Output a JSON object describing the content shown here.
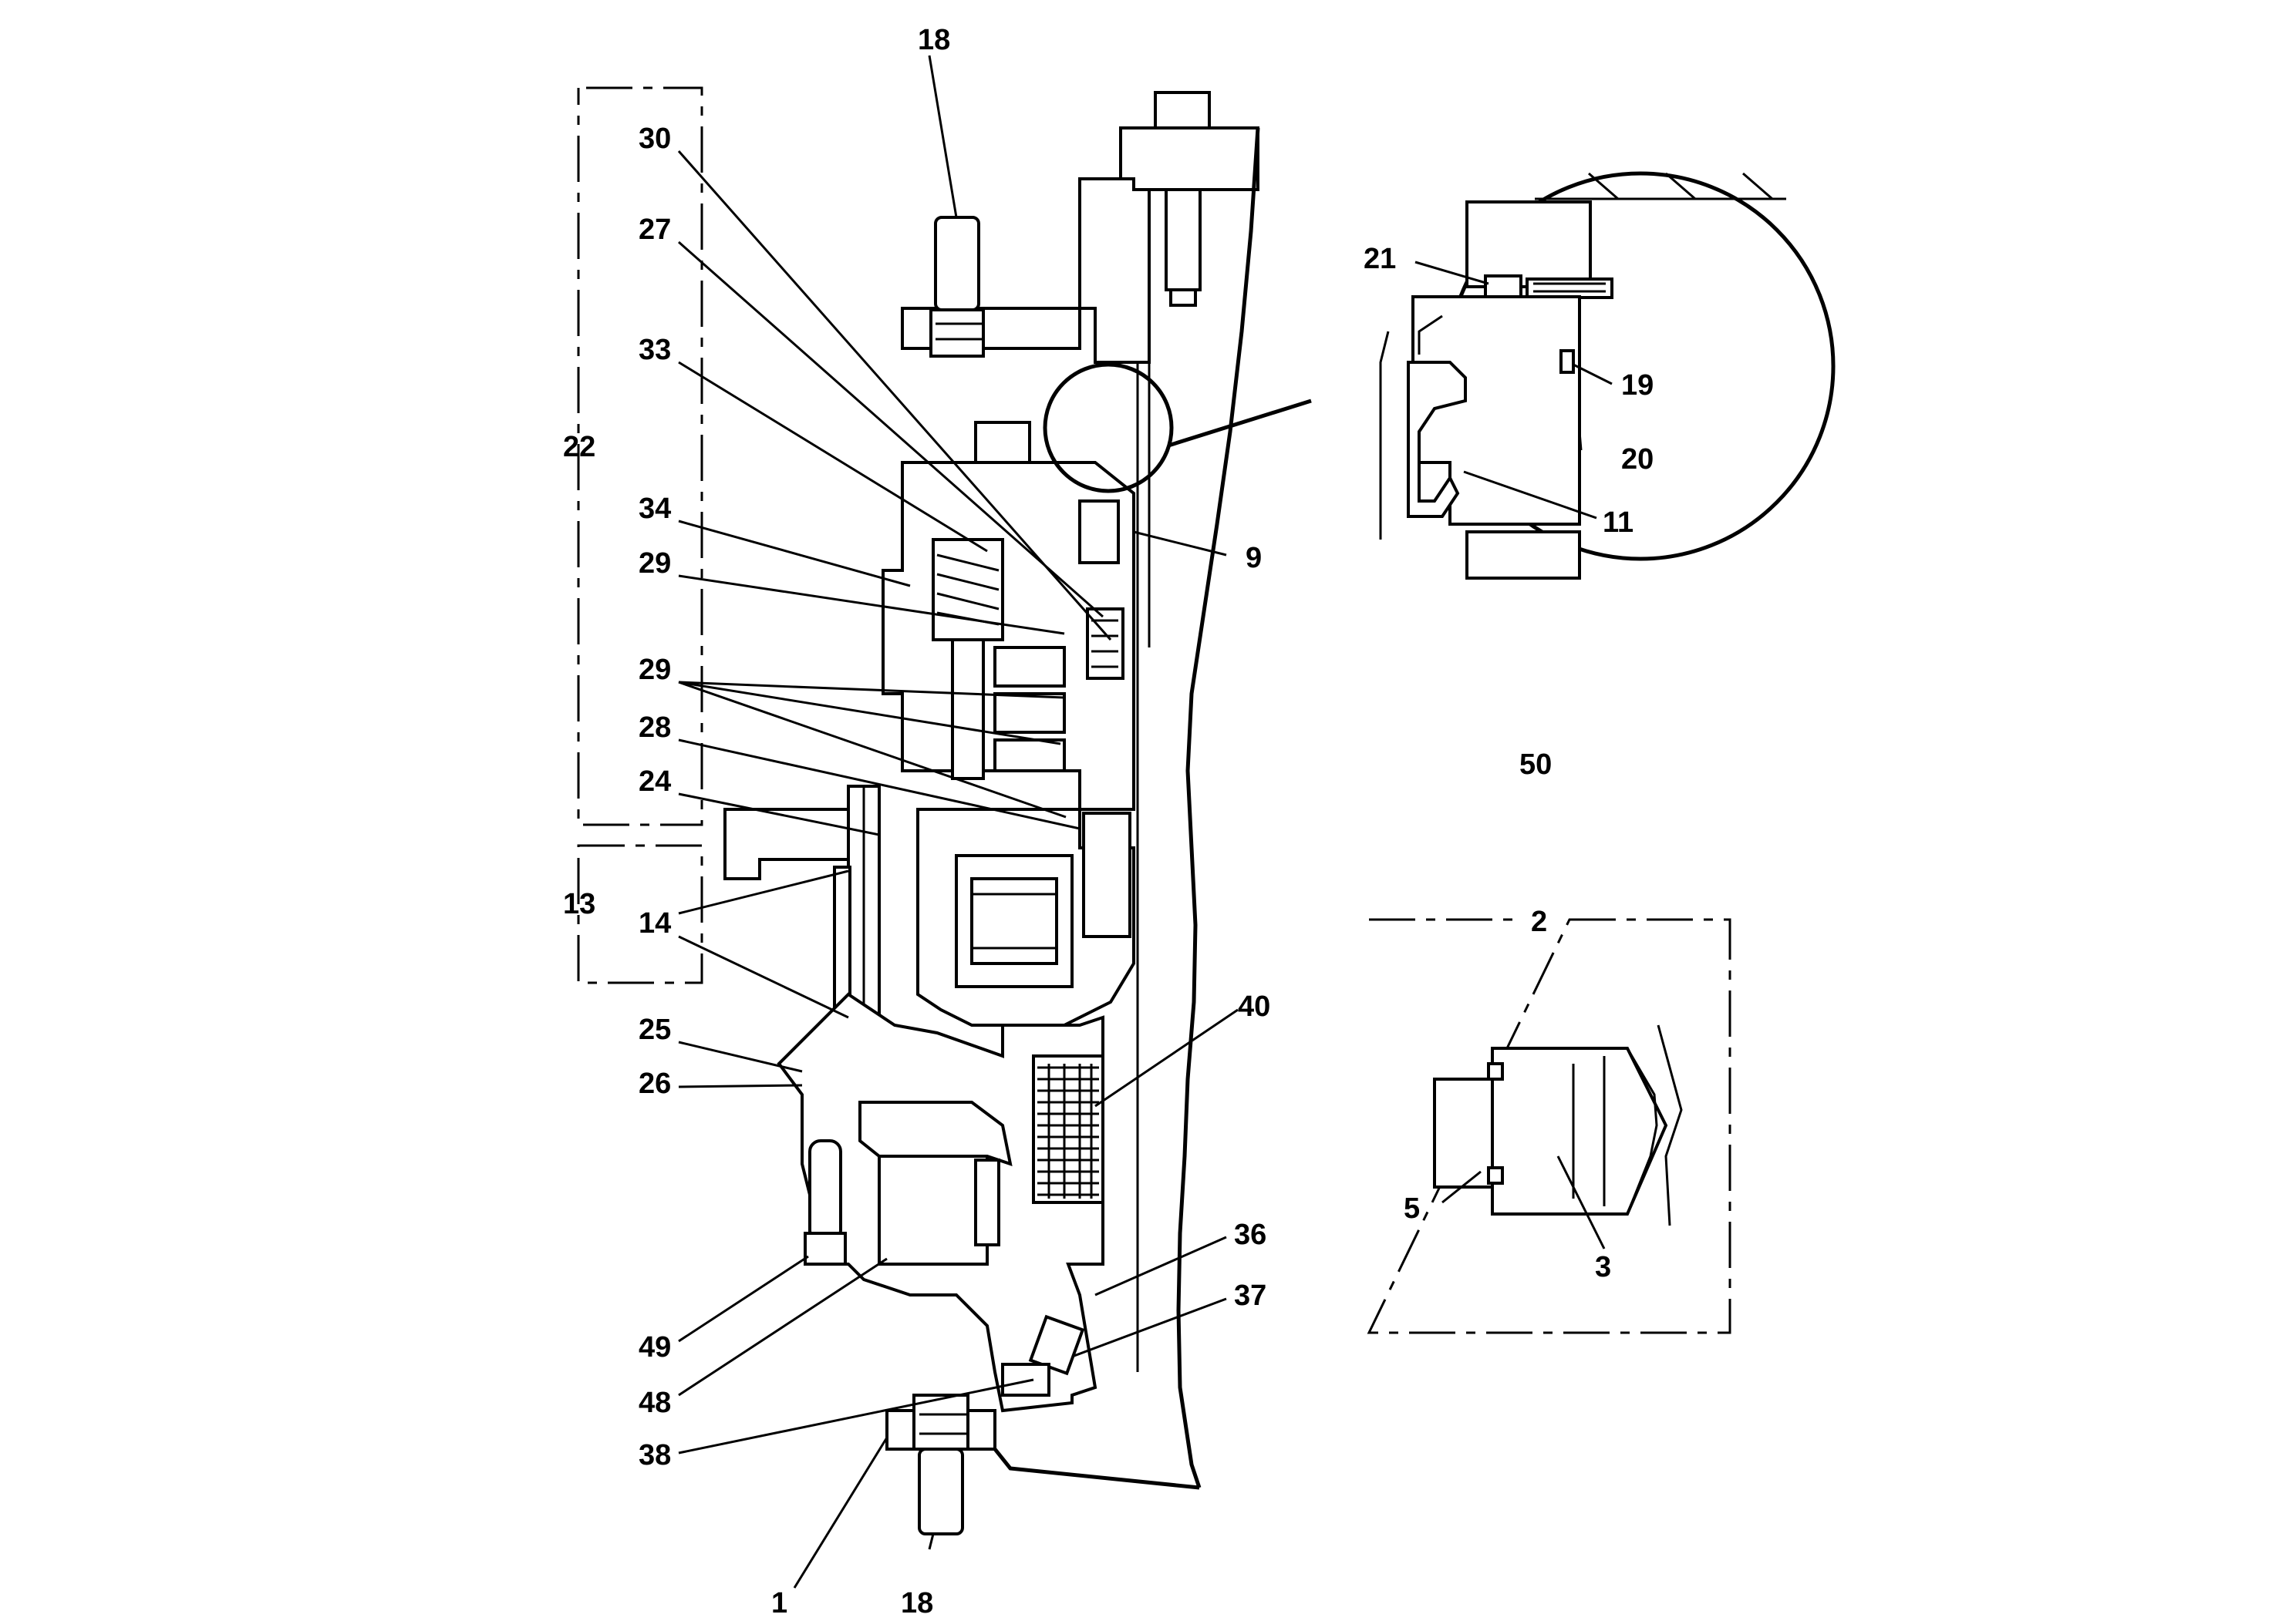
{
  "labels": {
    "l18_top": "18",
    "l30": "30",
    "l27": "27",
    "l33": "33",
    "l22": "22",
    "l34": "34",
    "l29a": "29",
    "l29b": "29",
    "l28": "28",
    "l24": "24",
    "l13": "13",
    "l14": "14",
    "l25": "25",
    "l26": "26",
    "l49": "49",
    "l48": "48",
    "l38": "38",
    "l1": "1",
    "l18_bottom": "18",
    "l9": "9",
    "l40": "40",
    "l36": "36",
    "l37": "37",
    "l21": "21",
    "l19": "19",
    "l20": "20",
    "l11": "11",
    "l50": "50",
    "l2": "2",
    "l5": "5",
    "l3": "3"
  }
}
